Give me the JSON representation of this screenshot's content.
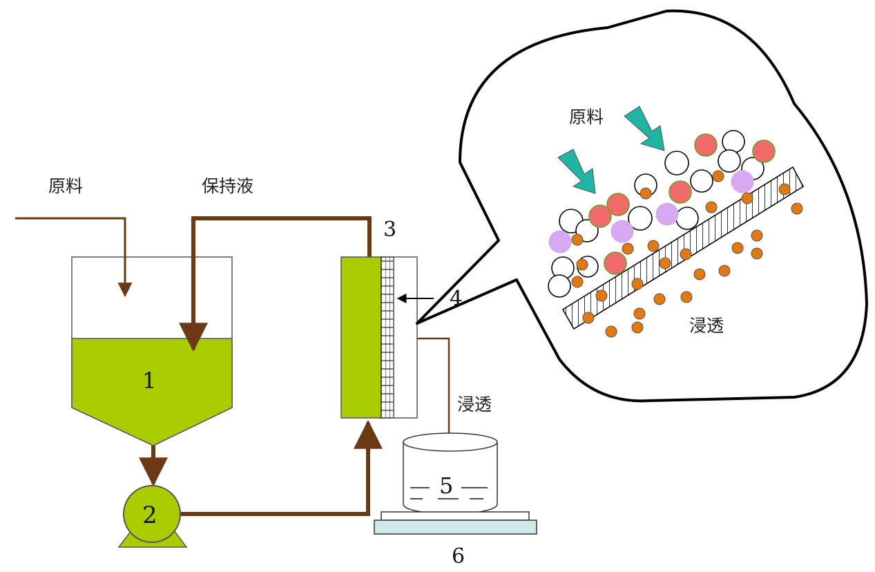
{
  "labels": {
    "feed_left": "原料",
    "retentate": "保持液",
    "feed_zoom": "原料",
    "permeate_line": "浸透",
    "permeate_zoom": "浸透",
    "n1": "1",
    "n2": "2",
    "n3": "3",
    "n4": "4",
    "n5": "5",
    "n6": "6"
  },
  "colors": {
    "pipe": "#6b3a14",
    "liquid": "#a8cc00",
    "pump": "#a8cc00",
    "feed_arrow": "#1fb5a2",
    "large_particle": "#f26b6b",
    "medium_particle": "#d6a8f0",
    "small_particle": "#e07a10",
    "scale": "#cfe8ea"
  }
}
